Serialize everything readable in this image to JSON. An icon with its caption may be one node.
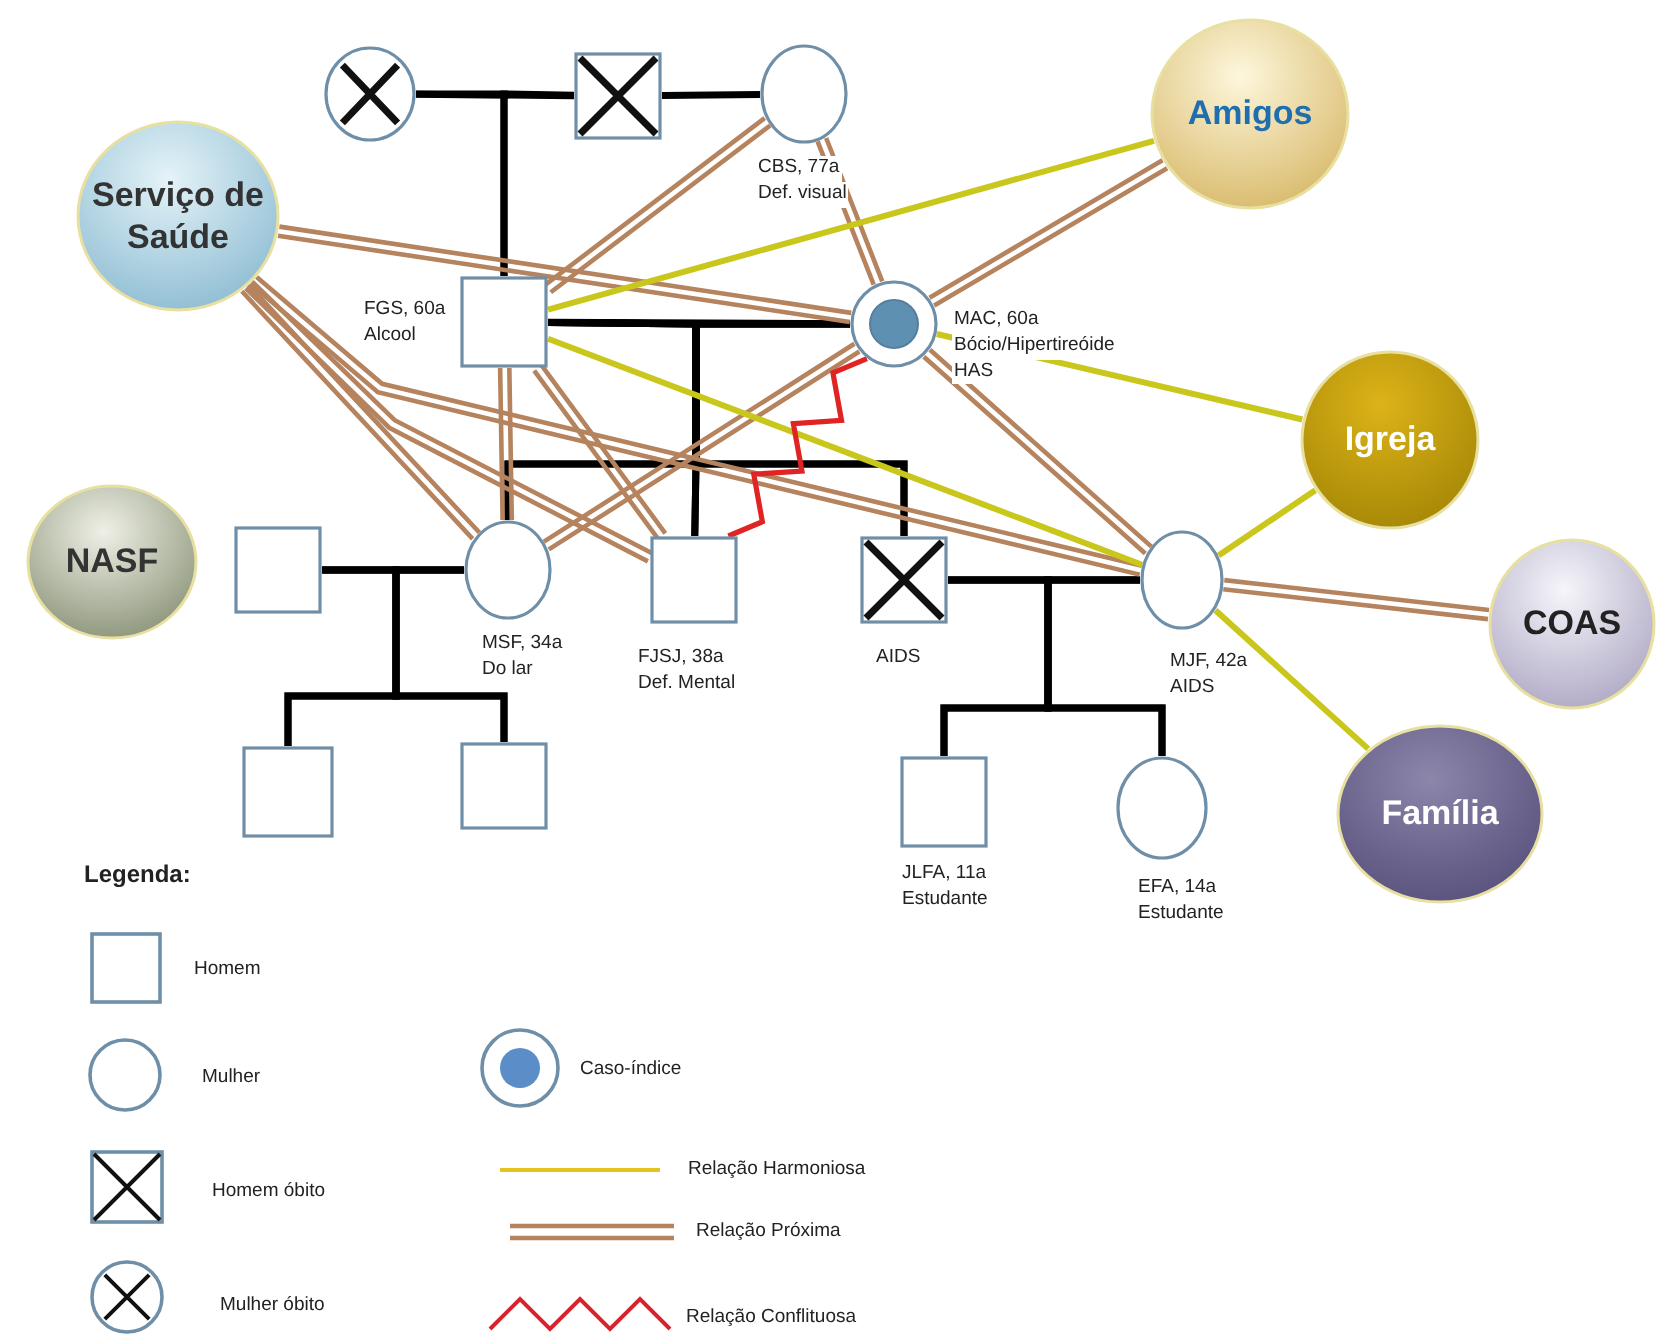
{
  "diagram": {
    "nodes": [
      {
        "text": [
          "Serviço de Saúde"
        ]
      },
      {
        "text": [
          "Amigos"
        ]
      },
      {
        "text": [],
        "shape": "circle"
      },
      {
        "text": [],
        "shape": "box"
      },
      {
        "text": [
          "CBS, 77a",
          "Def. visual"
        ]
      },
      {
        "text": [
          "FGS, 60a",
          "Alcool"
        ]
      },
      {
        "text": [
          "MAC, 60a",
          "Bócio/Hipertireóide",
          "HAS"
        ]
      },
      {
        "text": [
          "Igreja"
        ]
      },
      {
        "text": [
          "NASF"
        ]
      },
      {
        "text": [],
        "shape": "box"
      },
      {
        "text": [
          "MSF, 34a",
          "Do lar"
        ]
      },
      {
        "text": [
          "FJSJ, 38a",
          "Def. Mental"
        ]
      },
      {
        "text": [
          "AIDS"
        ]
      },
      {
        "text": [
          "MJF, 42a",
          "AIDS"
        ]
      },
      {
        "text": [
          "COAS"
        ]
      },
      {
        "text": [],
        "shape": "box"
      },
      {
        "text": [],
        "shape": "box"
      },
      {
        "text": [
          "JLFA, 11a",
          "Estudante"
        ]
      },
      {
        "text": [
          "EFA, 14a",
          "Estudante"
        ]
      },
      {
        "text": [
          "Família"
        ]
      }
    ],
    "edges": [
      {
        "from": 2,
        "to": 3,
        "arrow": "none"
      },
      {
        "from": 3,
        "to": 4,
        "arrow": "none"
      },
      {
        "from": 2,
        "to": 5,
        "arrow": "none"
      },
      {
        "from": 3,
        "to": 5,
        "arrow": "none"
      },
      {
        "from": 5,
        "to": 6,
        "arrow": "none"
      },
      {
        "from": 5,
        "to": 10,
        "arrow": "none"
      },
      {
        "from": 6,
        "to": 10,
        "arrow": "none"
      },
      {
        "from": 5,
        "to": 11,
        "arrow": "none"
      },
      {
        "from": 6,
        "to": 11,
        "arrow": "none"
      },
      {
        "from": 5,
        "to": 12,
        "arrow": "none"
      },
      {
        "from": 6,
        "to": 12,
        "arrow": "none"
      },
      {
        "from": 9,
        "to": 10,
        "arrow": "none"
      },
      {
        "from": 9,
        "to": 15,
        "arrow": "none"
      },
      {
        "from": 10,
        "to": 15,
        "arrow": "none"
      },
      {
        "from": 9,
        "to": 16,
        "arrow": "none"
      },
      {
        "from": 10,
        "to": 16,
        "arrow": "none"
      },
      {
        "from": 12,
        "to": 13,
        "arrow": "none"
      },
      {
        "from": 12,
        "to": 17,
        "arrow": "none"
      },
      {
        "from": 13,
        "to": 17,
        "arrow": "none"
      },
      {
        "from": 12,
        "to": 18,
        "arrow": "none"
      },
      {
        "from": 13,
        "to": 18,
        "arrow": "none"
      },
      {
        "from": 0,
        "to": 6,
        "arrow": "none",
        "color": "#b5835e"
      },
      {
        "from": 0,
        "to": 13,
        "arrow": "none",
        "color": "#b5835e"
      },
      {
        "from": 0,
        "to": 11,
        "arrow": "none",
        "color": "#b5835e"
      },
      {
        "from": 0,
        "to": 10,
        "arrow": "none",
        "color": "#b5835e"
      },
      {
        "from": 4,
        "to": 5,
        "arrow": "none",
        "color": "#b5835e"
      },
      {
        "from": 4,
        "to": 6,
        "arrow": "none",
        "color": "#b5835e"
      },
      {
        "from": 1,
        "to": 6,
        "arrow": "none",
        "color": "#b5835e"
      },
      {
        "from": 6,
        "to": 10,
        "arrow": "none",
        "color": "#b5835e"
      },
      {
        "from": 6,
        "to": 13,
        "arrow": "none",
        "color": "#b5835e"
      },
      {
        "from": 5,
        "to": 10,
        "arrow": "none",
        "color": "#b5835e"
      },
      {
        "from": 5,
        "to": 11,
        "arrow": "none",
        "color": "#b5835e"
      },
      {
        "from": 13,
        "to": 14,
        "arrow": "none",
        "color": "#b5835e"
      },
      {
        "from": 5,
        "to": 1,
        "arrow": "none",
        "color": "#c9c61c"
      },
      {
        "from": 5,
        "to": 13,
        "arrow": "none",
        "color": "#c9c61c"
      },
      {
        "from": 6,
        "to": 7,
        "arrow": "none",
        "color": "#c9c61c"
      },
      {
        "from": 13,
        "to": 7,
        "arrow": "none",
        "color": "#c9c61c"
      },
      {
        "from": 13,
        "to": 19,
        "arrow": "none",
        "color": "#c9c61c"
      },
      {
        "from": 6,
        "to": 11,
        "arrow": "none",
        "color": "#e02424"
      }
    ],
    "labels": [
      "Legenda:"
    ],
    "legend": [
      {
        "text": "Homem"
      },
      {
        "text": "Mulher"
      },
      {
        "text": "Homem óbito"
      },
      {
        "text": "Mulher óbito"
      },
      {
        "text": "Caso-índice"
      },
      {
        "text": "Relação Harmoniosa"
      },
      {
        "text": "Relação Próxima"
      },
      {
        "text": "Relação Conflituosa"
      }
    ]
  }
}
